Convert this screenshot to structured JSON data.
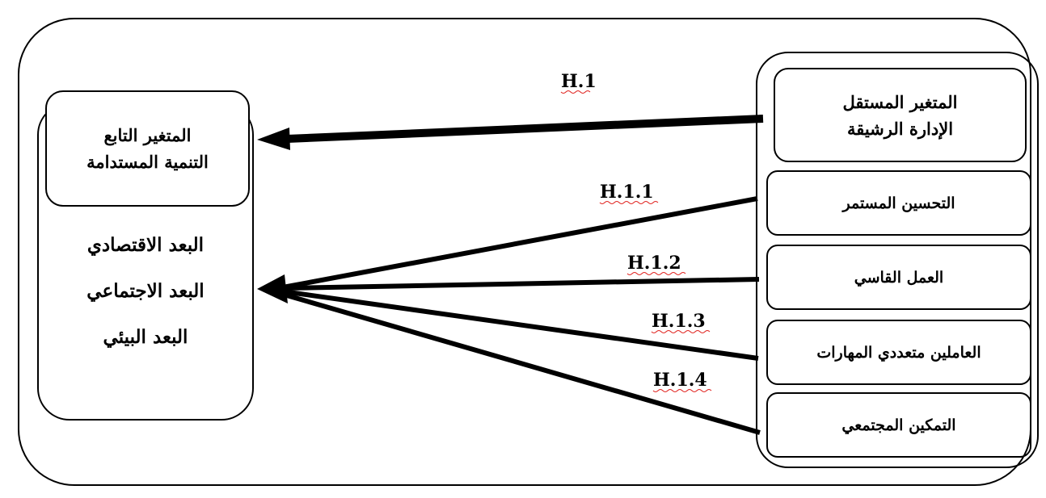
{
  "dependent": {
    "title": "المتغير التابع",
    "name": "التنمية المستدامة",
    "dimensions": [
      "البعد الاقتصادي",
      "البعد الاجتماعي",
      "البعد البيئي"
    ]
  },
  "independent": {
    "title": "المتغير المستقل",
    "name": "الإدارة الرشيقة",
    "sub_variables": [
      "التحسين المستمر",
      "العمل القاسي",
      "العاملين متعددي المهارات",
      "التمكين المجتمعي"
    ]
  },
  "hypotheses": {
    "main": "H.1",
    "sub": [
      "H.1.1",
      "H.1.2",
      "H.1.3",
      "H.1.4"
    ]
  },
  "colors": {
    "stroke": "#000000",
    "squiggle": "#e0201c"
  }
}
